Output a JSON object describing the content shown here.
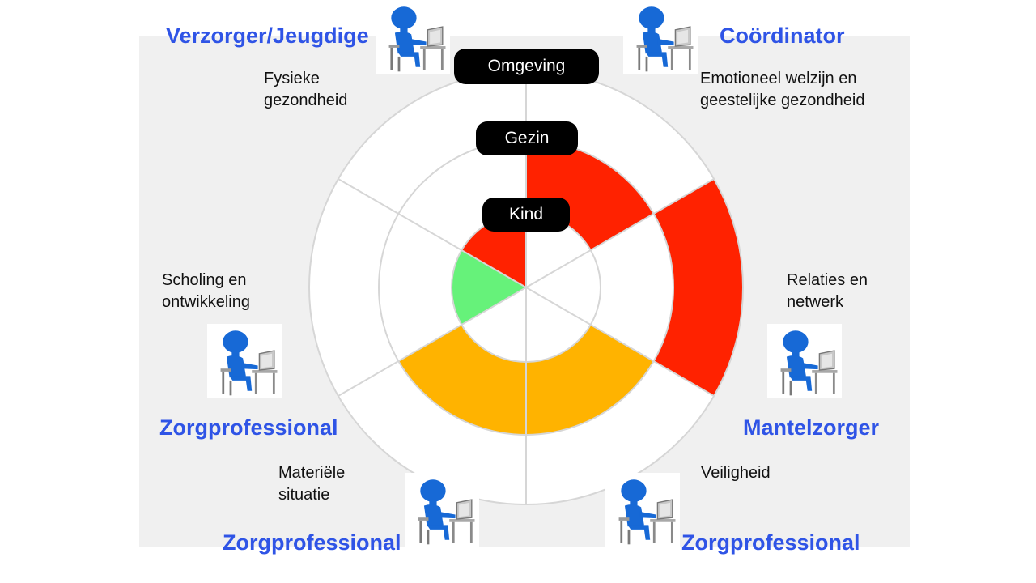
{
  "rings": {
    "outer": "Omgeving",
    "middle": "Gezin",
    "inner": "Kind"
  },
  "domains": {
    "fysieke_gezondheid": "Fysieke\ngezondheid",
    "emotioneel_welzijn": "Emotioneel welzijn en\ngeestelijke gezondheid",
    "relaties_netwerk": "Relaties en\nnetwerk",
    "veiligheid": "Veiligheid",
    "materiele_situatie": "Materiële\nsituatie",
    "scholing_ontwikkeling": "Scholing en\nontwikkeling"
  },
  "roles": {
    "top_left": "Verzorger/Jeugdige",
    "top_right": "Coördinator",
    "right": "Mantelzorger",
    "left": "Zorgprofessional",
    "bottom_left": "Zorgprofessional",
    "bottom_right": "Zorgprofessional"
  },
  "colors": {
    "red": "#ff2200",
    "orange": "#ffb300",
    "green": "#66f27a",
    "role_text": "#2f54e6",
    "person_blue": "#1769d6"
  },
  "icons": {
    "person": "person-at-laptop-icon"
  },
  "filled_segments": [
    {
      "domain": "emotioneel_welzijn",
      "ring": "middle",
      "color": "red"
    },
    {
      "domain": "relaties_netwerk",
      "ring": "outer",
      "color": "red"
    },
    {
      "domain": "fysieke_gezondheid",
      "ring": "inner",
      "color": "red"
    },
    {
      "domain": "scholing_ontwikkeling",
      "ring": "inner",
      "color": "green"
    },
    {
      "domain": "veiligheid",
      "ring": "middle",
      "color": "orange"
    },
    {
      "domain": "materiele_situatie",
      "ring": "middle",
      "color": "orange"
    }
  ]
}
